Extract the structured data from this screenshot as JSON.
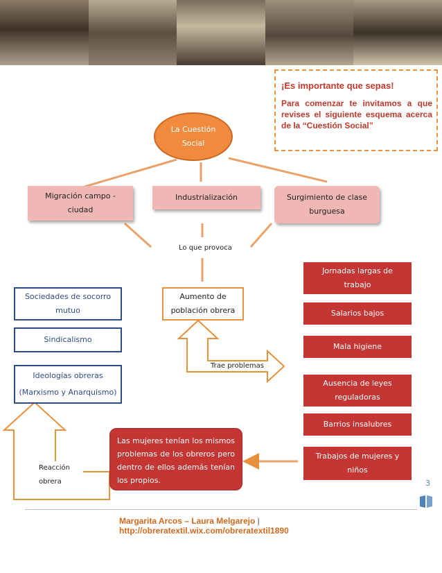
{
  "note": {
    "title": "¡Es importante que sepas!",
    "body": "Para comenzar te invitamos a que revises el siguiente esquema acerca de la “Cuestión Social”"
  },
  "center": "La Cuestión Social",
  "causes": [
    "Migración campo - ciudad",
    "Industrialización",
    "Surgimiento de clase burguesa"
  ],
  "provoca_label": "Lo que provoca",
  "aumento": "Aumento de población obrera",
  "problems_label": "Trae problemas",
  "problems": [
    "Jornadas largas de trabajo",
    "Salarios bajos",
    "Mala higiene",
    "Ausencia de leyes reguladoras",
    "Barrios insalubres",
    "Trabajos de mujeres y niños"
  ],
  "responses": {
    "socorro": "Sociedades de socorro mutuo",
    "sindicalismo": "Sindicalismo",
    "ideologias_title": "Ideologías obreras",
    "ideologias_sub": "(Marxismo y Anarquismo)"
  },
  "women_text": "Las mujeres tenían los mismos problemas de los obreros pero dentro de ellos además tenían los propios.",
  "reaction_label_1": "Reacción",
  "reaction_label_2": "obrera",
  "footer": {
    "authors": "Margarita Arcos – Laura Melgarejo",
    "separator": "|",
    "url": "http://obreratextil.wix.com/obreratextil1890"
  },
  "page_number": "3",
  "colors": {
    "orange": "#f08a3c",
    "red": "#c43533",
    "pink": "#efb8b5",
    "blue": "#2e4c8a"
  }
}
